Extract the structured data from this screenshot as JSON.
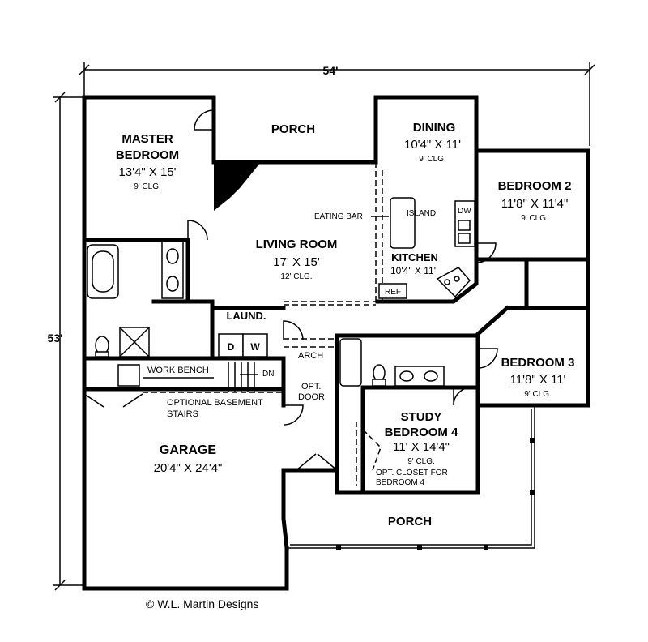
{
  "dimensions": {
    "width": "54'",
    "depth": "53'"
  },
  "rooms": {
    "porch_top": {
      "name": "PORCH"
    },
    "master": {
      "name1": "MASTER",
      "name2": "BEDROOM",
      "size": "13'4\" X 15'",
      "ceiling": "9' CLG."
    },
    "dining": {
      "name": "DINING",
      "size": "10'4\" X 11'",
      "ceiling": "9' CLG."
    },
    "bedroom2": {
      "name": "BEDROOM 2",
      "size": "11'8\" X 11'4\"",
      "ceiling": "9' CLG."
    },
    "living": {
      "name": "LIVING ROOM",
      "size": "17' X 15'",
      "ceiling": "12' CLG."
    },
    "kitchen": {
      "name": "KITCHEN",
      "size": "10'4\" X 11'"
    },
    "laundry": {
      "name": "LAUND."
    },
    "bedroom3": {
      "name": "BEDROOM 3",
      "size": "11'8\" X 11'",
      "ceiling": "9' CLG."
    },
    "study": {
      "name1": "STUDY",
      "name2": "BEDROOM 4",
      "size": "11' X 14'4\"",
      "ceiling": "9' CLG."
    },
    "garage": {
      "name": "GARAGE",
      "size": "20'4\" X 24'4\""
    },
    "porch_bottom": {
      "name": "PORCH"
    }
  },
  "notes": {
    "eating_bar": "EATING BAR",
    "island": "ISLAND",
    "dw": "DW",
    "ref": "REF",
    "dryer": "D",
    "washer": "W",
    "arch": "ARCH",
    "work_bench": "WORK BENCH",
    "dn": "DN",
    "opt_door_1": "OPT.",
    "opt_door_2": "DOOR",
    "opt_stairs_1": "OPTIONAL BASEMENT",
    "opt_stairs_2": "STAIRS",
    "opt_closet_1": "OPT. CLOSET FOR",
    "opt_closet_2": "BEDROOM 4"
  },
  "credit": "© W.L. Martin Designs"
}
